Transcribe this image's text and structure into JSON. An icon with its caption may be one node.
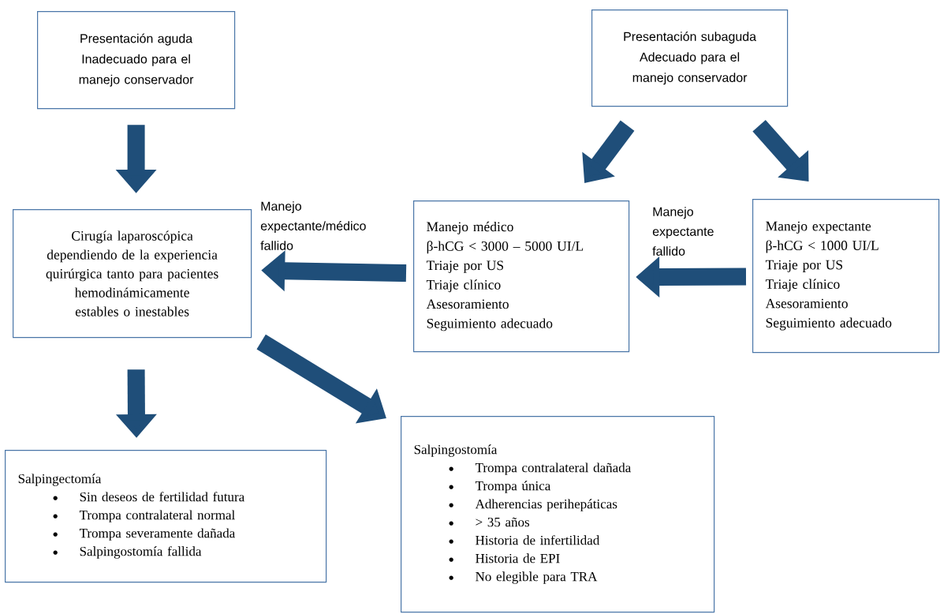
{
  "diagram": {
    "nodes": [
      {
        "text": [
          "Presentación aguda",
          "Inadecuado para el manejo conservador"
        ]
      },
      {
        "text": [
          "Presentación subaguda",
          "Adecuado para el manejo conservador"
        ]
      },
      {
        "text": [
          "Cirugía laparoscópica dependiendo de la experiencia quirúrgica tanto para pacientes hemodinámicamente estables o inestables"
        ]
      },
      {
        "text": [
          "Manejo médico",
          "β-hCG < 3000 – 5000 UI/L",
          "Triaje por US",
          "Triaje clínico",
          "Asesoramiento",
          "Seguimiento adecuado"
        ]
      },
      {
        "text": [
          "Manejo expectante",
          "β-hCG < 1000 UI/L",
          "Triaje por US",
          "Triaje clínico",
          "Asesoramiento",
          "Seguimiento adecuado"
        ]
      },
      {
        "text": [
          "Salpingectomía",
          "Sin deseos de fertilidad futura",
          "Trompa contralateral normal",
          "Trompa severamente dañada",
          "Salpingostomía fallida"
        ]
      },
      {
        "text": [
          "Salpingostomía",
          "Trompa contralateral dañada",
          "Trompa única",
          "Adherencias perihepáticas",
          "> 35 años",
          "Historia de infertilidad",
          "Historia de EPI",
          "No elegible para TRA"
        ]
      }
    ],
    "edges": [
      {
        "from": 0,
        "to": 2,
        "arrow": "to"
      },
      {
        "from": 1,
        "to": 3,
        "arrow": "to"
      },
      {
        "from": 1,
        "to": 4,
        "arrow": "to"
      },
      {
        "from": 4,
        "to": 3,
        "arrow": "to",
        "label": "Manejo expectante fallido"
      },
      {
        "from": 3,
        "to": 2,
        "arrow": "to",
        "label": "Manejo expectante/médico fallido"
      },
      {
        "from": 2,
        "to": 5,
        "arrow": "to"
      },
      {
        "from": 2,
        "to": 6,
        "arrow": "to"
      }
    ]
  }
}
